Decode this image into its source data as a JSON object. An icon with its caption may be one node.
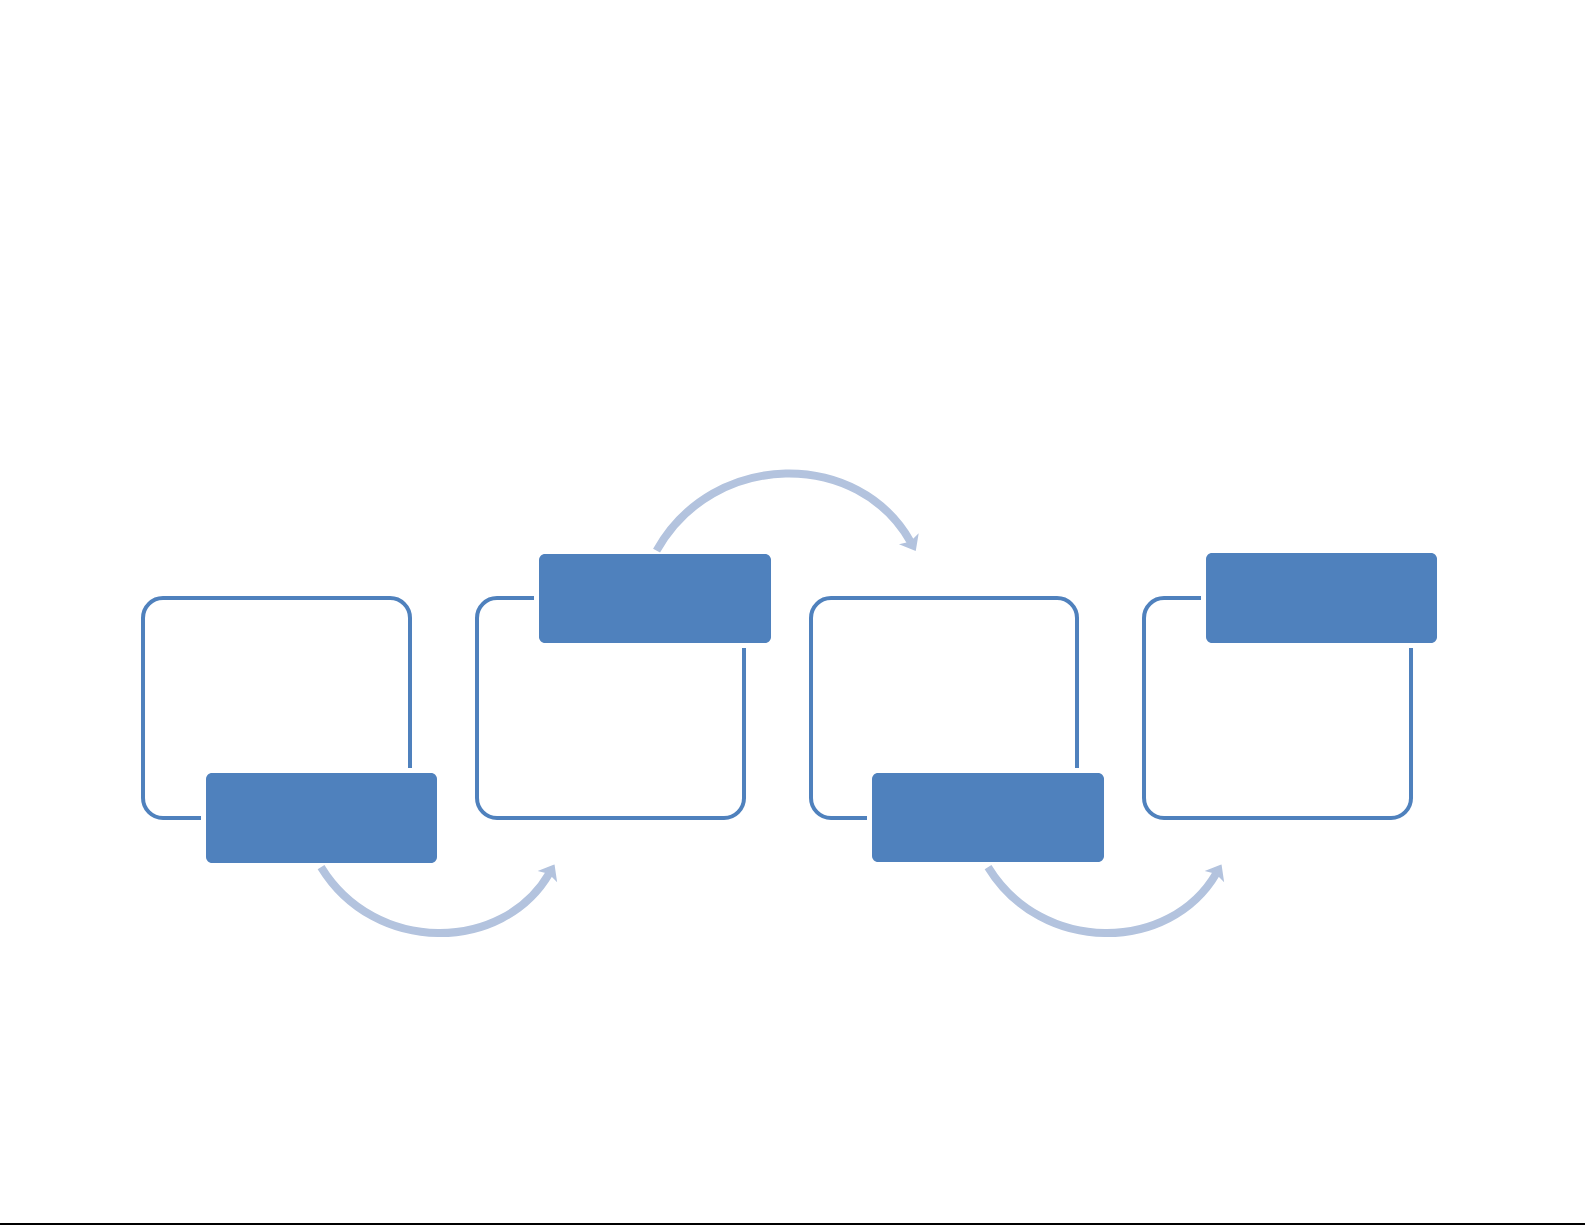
{
  "diagram": {
    "nodes": [
      {
        "text": [],
        "shape": "box"
      },
      {
        "text": [],
        "shape": "box"
      },
      {
        "text": [],
        "shape": "box"
      },
      {
        "text": [],
        "shape": "box"
      },
      {
        "text": [],
        "shape": "box"
      },
      {
        "text": [],
        "shape": "box"
      },
      {
        "text": [],
        "shape": "box"
      },
      {
        "text": [],
        "shape": "box"
      }
    ],
    "edges": [
      {
        "from": 1,
        "to": 2,
        "arrow": "to"
      },
      {
        "from": 3,
        "to": 4,
        "arrow": "to"
      },
      {
        "from": 5,
        "to": 6,
        "arrow": "to"
      }
    ]
  }
}
